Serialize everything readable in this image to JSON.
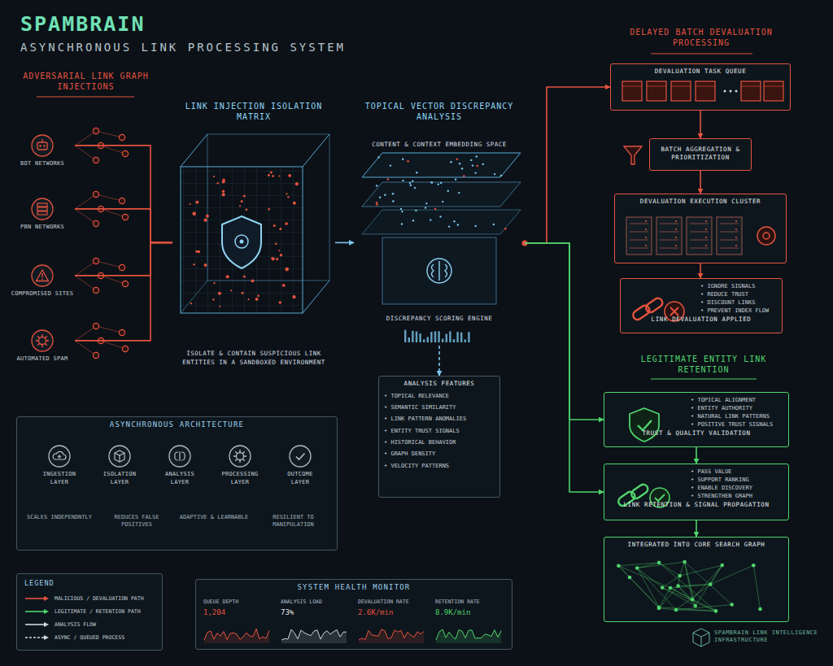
{
  "diagram": {
    "title": "SPAMBRAIN",
    "nodes": [
      {
        "text": [
          "BOT NETWORKS"
        ]
      },
      {
        "text": [
          "PBN NETWORKS"
        ]
      },
      {
        "text": [
          "COMPROMISED SITES"
        ]
      },
      {
        "text": [
          "AUTOMATED SPAM"
        ]
      },
      {
        "text": [
          "LINK INJECTION ISOLATION MATRIX",
          "ISOLATE & CONTAIN SUSPICIOUS LINK ENTITIES IN A SANDBOXED ENVIRONMENT"
        ]
      },
      {
        "text": [
          "TOPICAL VECTOR DISCREPANCY ANALYSIS",
          "CONTENT & CONTEXT EMBEDDING SPACE",
          "DISCREPANCY SCORING ENGINE"
        ]
      },
      {
        "text": [
          "ANALYSIS FEATURES",
          "• TOPICAL RELEVANCE",
          "• SEMANTIC SIMILARITY",
          "• LINK PATTERN ANOMALIES",
          "• ENTITY TRUST SIGNALS",
          "• HISTORICAL BEHAVIOR",
          "• GRAPH DENSITY",
          "• VELOCITY PATTERNS"
        ]
      },
      {
        "text": [
          "DEVALUATION TASK QUEUE"
        ]
      },
      {
        "text": [
          "BATCH AGGREGATION & PRIORITIZATION"
        ]
      },
      {
        "text": [
          "DEVALUATION EXECUTION CLUSTER"
        ]
      },
      {
        "text": [
          "LINK DEVALUATION APPLIED",
          "• IGNORE SIGNALS",
          "• REDUCE TRUST",
          "• DISCOUNT LINKS",
          "• PREVENT INDEX FLOW"
        ]
      },
      {
        "text": [
          "TRUST & QUALITY VALIDATION",
          "• TOPICAL ALIGNMENT",
          "• ENTITY AUTHORITY",
          "• NATURAL LINK PATTERNS",
          "• POSITIVE TRUST SIGNALS"
        ]
      },
      {
        "text": [
          "LINK RETENTION & SIGNAL PROPAGATION",
          "• PASS VALUE",
          "• SUPPORT RANKING",
          "• ENABLE DISCOVERY",
          "• STRENGTHEN GRAPH"
        ]
      },
      {
        "text": [
          "INTEGRATED INTO CORE SEARCH GRAPH"
        ]
      },
      {
        "text": [
          "ASYNCHRONOUS ARCHITECTURE"
        ]
      },
      {
        "text": [
          "INGESTION LAYER"
        ],
        "in": 14
      },
      {
        "text": [
          "ISOLATION LAYER"
        ],
        "in": 14
      },
      {
        "text": [
          "ANALYSIS LAYER"
        ],
        "in": 14
      },
      {
        "text": [
          "PROCESSING LAYER"
        ],
        "in": 14
      },
      {
        "text": [
          "OUTCOME LAYER"
        ],
        "in": 14
      },
      {
        "text": [
          "SYSTEM HEALTH MONITOR"
        ]
      }
    ],
    "edges": [
      {
        "from": 0,
        "to": 4,
        "arrow": "none"
      },
      {
        "from": 1,
        "to": 4,
        "arrow": "none"
      },
      {
        "from": 2,
        "to": 4,
        "arrow": "none"
      },
      {
        "from": 3,
        "to": 4,
        "arrow": "none"
      },
      {
        "from": 4,
        "to": 5,
        "arrow": "to"
      },
      {
        "from": 5,
        "to": 6,
        "arrow": "to"
      },
      {
        "from": 5,
        "to": 7,
        "arrow": "to"
      },
      {
        "from": 7,
        "to": 8,
        "arrow": "to"
      },
      {
        "from": 8,
        "to": 9,
        "arrow": "to"
      },
      {
        "from": 9,
        "to": 10,
        "arrow": "to"
      },
      {
        "from": 5,
        "to": 11,
        "arrow": "to"
      },
      {
        "from": 5,
        "to": 12,
        "arrow": "to"
      },
      {
        "from": 11,
        "to": 12,
        "arrow": "to"
      },
      {
        "from": 12,
        "to": 13,
        "arrow": "to"
      },
      {
        "from": 15,
        "to": 16,
        "arrow": "to"
      },
      {
        "from": 16,
        "to": 17,
        "arrow": "to"
      },
      {
        "from": 17,
        "to": 18,
        "arrow": "to"
      },
      {
        "from": 18,
        "to": 19,
        "arrow": "to"
      }
    ],
    "labels": [
      "ASYNCHRONOUS LINK PROCESSING SYSTEM",
      "ADVERSARIAL LINK GRAPH INJECTIONS",
      "DELAYED BATCH DEVALUATION PROCESSING",
      "LEGITIMATE ENTITY LINK RETENTION",
      "SCALES INDEPENDNTLY",
      "REDUCES FALSE POSITIVES",
      "ADAPTIVE & LEARNABLE",
      "RESILIENT TO MANIPULATION",
      "LEGEND",
      "QUEUE DEPTH",
      "1,204",
      "ANALYSIS LOAD",
      "73%",
      "DEVALUATION RATE",
      "2.6K/min",
      "RETENTION RATE",
      "8.9K/min",
      "SPAMBRAIN LINK INTELLIGENCE INFRASTRUCTURE"
    ],
    "legend": [
      {
        "text": "MALICIOUS / DEVALUATION PATH"
      },
      {
        "text": "LEGITIMATE / RETENTION PATH"
      },
      {
        "text": "ANALYSIS FLOW"
      },
      {
        "text": "ASYNC / QUEUED PROCESS"
      }
    ]
  }
}
